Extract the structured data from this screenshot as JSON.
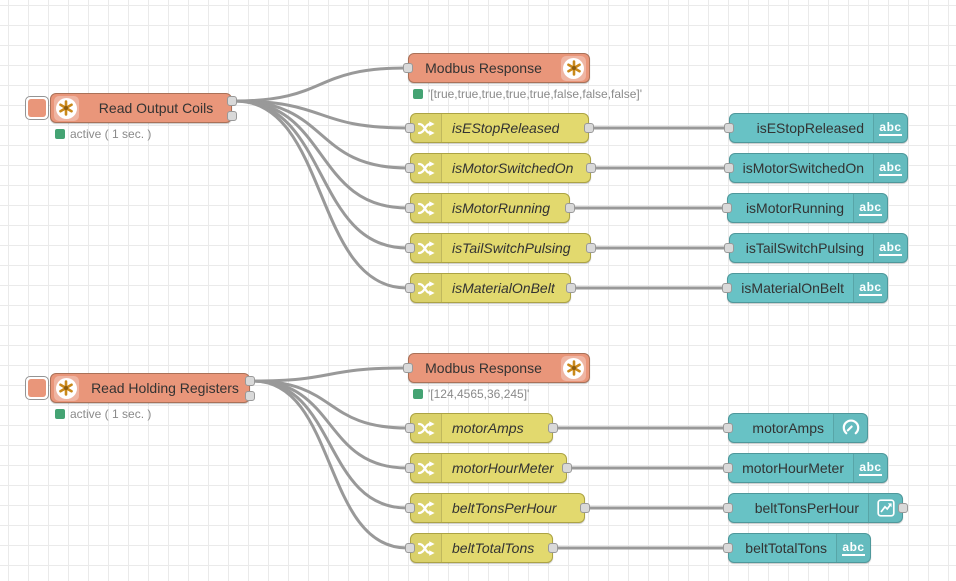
{
  "app": "node-red-flow-editor",
  "colors": {
    "canvas_bg": "#ffffff",
    "grid": "#eaeaea",
    "modbus": "#e9967a",
    "modbus_border": "#aa7158",
    "modbus_gold": "#c9891a",
    "switch": "#e2d96e",
    "switch_border": "#aca344",
    "ui": "#68c2c5",
    "ui_border": "#4e989b",
    "wire": "#999999",
    "status_green": "#44a373",
    "status_text": "#8a8a8a",
    "label": "#333333",
    "port_fill": "#d9d9d9",
    "port_border": "#999999"
  },
  "icon_glyphs": {
    "abc": "abc"
  },
  "nodes": [
    {
      "id": "read-output-coils",
      "kind": "mread",
      "label": "Read Output Coils",
      "icon": "modbus-icon",
      "has_button": true,
      "inputs": 0,
      "outputs": 2,
      "status": "active ( 1 sec. )"
    },
    {
      "id": "modbus-response-1",
      "kind": "mresp",
      "label": "Modbus Response",
      "icon": "modbus-icon",
      "has_button": false,
      "inputs": 1,
      "outputs": 0,
      "status": "'[true,true,true,true,true,false,false,false]'"
    },
    {
      "id": "switch-isEStopReleased",
      "kind": "switch",
      "label": "isEStopReleased",
      "icon": "switch-icon",
      "has_button": false,
      "inputs": 1,
      "outputs": 1,
      "status": ""
    },
    {
      "id": "switch-isMotorSwitchedOn",
      "kind": "switch",
      "label": "isMotorSwitchedOn",
      "icon": "switch-icon",
      "has_button": false,
      "inputs": 1,
      "outputs": 1,
      "status": ""
    },
    {
      "id": "switch-isMotorRunning",
      "kind": "switch",
      "label": "isMotorRunning",
      "icon": "switch-icon",
      "has_button": false,
      "inputs": 1,
      "outputs": 1,
      "status": ""
    },
    {
      "id": "switch-isTailSwitchPulsing",
      "kind": "switch",
      "label": "isTailSwitchPulsing",
      "icon": "switch-icon",
      "has_button": false,
      "inputs": 1,
      "outputs": 1,
      "status": ""
    },
    {
      "id": "switch-isMaterialOnBelt",
      "kind": "switch",
      "label": "isMaterialOnBelt",
      "icon": "switch-icon",
      "has_button": false,
      "inputs": 1,
      "outputs": 1,
      "status": ""
    },
    {
      "id": "ui-isEStopReleased",
      "kind": "ui",
      "label": "isEStopReleased",
      "icon": "abc-icon",
      "has_button": false,
      "inputs": 1,
      "outputs": 0,
      "status": ""
    },
    {
      "id": "ui-isMotorSwitchedOn",
      "kind": "ui",
      "label": "isMotorSwitchedOn",
      "icon": "abc-icon",
      "has_button": false,
      "inputs": 1,
      "outputs": 0,
      "status": ""
    },
    {
      "id": "ui-isMotorRunning",
      "kind": "ui",
      "label": "isMotorRunning",
      "icon": "abc-icon",
      "has_button": false,
      "inputs": 1,
      "outputs": 0,
      "status": ""
    },
    {
      "id": "ui-isTailSwitchPulsing",
      "kind": "ui",
      "label": "isTailSwitchPulsing",
      "icon": "abc-icon",
      "has_button": false,
      "inputs": 1,
      "outputs": 0,
      "status": ""
    },
    {
      "id": "ui-isMaterialOnBelt",
      "kind": "ui",
      "label": "isMaterialOnBelt",
      "icon": "abc-icon",
      "has_button": false,
      "inputs": 1,
      "outputs": 0,
      "status": ""
    },
    {
      "id": "read-holding-registers",
      "kind": "mread",
      "label": "Read Holding Registers",
      "icon": "modbus-icon",
      "has_button": true,
      "inputs": 0,
      "outputs": 2,
      "status": "active ( 1 sec. )"
    },
    {
      "id": "modbus-response-2",
      "kind": "mresp",
      "label": "Modbus Response",
      "icon": "modbus-icon",
      "has_button": false,
      "inputs": 1,
      "outputs": 0,
      "status": "'[124,4565,36,245]'"
    },
    {
      "id": "switch-motorAmps",
      "kind": "switch",
      "label": "motorAmps",
      "icon": "switch-icon",
      "has_button": false,
      "inputs": 1,
      "outputs": 1,
      "status": ""
    },
    {
      "id": "switch-motorHourMeter",
      "kind": "switch",
      "label": "motorHourMeter",
      "icon": "switch-icon",
      "has_button": false,
      "inputs": 1,
      "outputs": 1,
      "status": ""
    },
    {
      "id": "switch-beltTonsPerHour",
      "kind": "switch",
      "label": "beltTonsPerHour",
      "icon": "switch-icon",
      "has_button": false,
      "inputs": 1,
      "outputs": 1,
      "status": ""
    },
    {
      "id": "switch-beltTotalTons",
      "kind": "switch",
      "label": "beltTotalTons",
      "icon": "switch-icon",
      "has_button": false,
      "inputs": 1,
      "outputs": 1,
      "status": ""
    },
    {
      "id": "ui-motorAmps",
      "kind": "ui",
      "label": "motorAmps",
      "icon": "gauge-icon",
      "has_button": false,
      "inputs": 1,
      "outputs": 0,
      "status": ""
    },
    {
      "id": "ui-motorHourMeter",
      "kind": "ui",
      "label": "motorHourMeter",
      "icon": "abc-icon",
      "has_button": false,
      "inputs": 1,
      "outputs": 0,
      "status": ""
    },
    {
      "id": "ui-beltTonsPerHour",
      "kind": "ui",
      "label": "beltTonsPerHour",
      "icon": "chart-icon",
      "has_button": false,
      "inputs": 1,
      "outputs": 1,
      "status": ""
    },
    {
      "id": "ui-beltTotalTons",
      "kind": "ui",
      "label": "beltTotalTons",
      "icon": "abc-icon",
      "has_button": false,
      "inputs": 1,
      "outputs": 0,
      "status": ""
    }
  ],
  "wires": [
    {
      "from": "read-output-coils",
      "to": "modbus-response-1"
    },
    {
      "from": "read-output-coils",
      "to": "switch-isEStopReleased"
    },
    {
      "from": "read-output-coils",
      "to": "switch-isMotorSwitchedOn"
    },
    {
      "from": "read-output-coils",
      "to": "switch-isMotorRunning"
    },
    {
      "from": "read-output-coils",
      "to": "switch-isTailSwitchPulsing"
    },
    {
      "from": "read-output-coils",
      "to": "switch-isMaterialOnBelt"
    },
    {
      "from": "switch-isEStopReleased",
      "to": "ui-isEStopReleased"
    },
    {
      "from": "switch-isMotorSwitchedOn",
      "to": "ui-isMotorSwitchedOn"
    },
    {
      "from": "switch-isMotorRunning",
      "to": "ui-isMotorRunning"
    },
    {
      "from": "switch-isTailSwitchPulsing",
      "to": "ui-isTailSwitchPulsing"
    },
    {
      "from": "switch-isMaterialOnBelt",
      "to": "ui-isMaterialOnBelt"
    },
    {
      "from": "read-holding-registers",
      "to": "modbus-response-2"
    },
    {
      "from": "read-holding-registers",
      "to": "switch-motorAmps"
    },
    {
      "from": "read-holding-registers",
      "to": "switch-motorHourMeter"
    },
    {
      "from": "read-holding-registers",
      "to": "switch-beltTonsPerHour"
    },
    {
      "from": "read-holding-registers",
      "to": "switch-beltTotalTons"
    },
    {
      "from": "switch-motorAmps",
      "to": "ui-motorAmps"
    },
    {
      "from": "switch-motorHourMeter",
      "to": "ui-motorHourMeter"
    },
    {
      "from": "switch-beltTonsPerHour",
      "to": "ui-beltTonsPerHour"
    },
    {
      "from": "switch-beltTotalTons",
      "to": "ui-beltTotalTons"
    }
  ]
}
